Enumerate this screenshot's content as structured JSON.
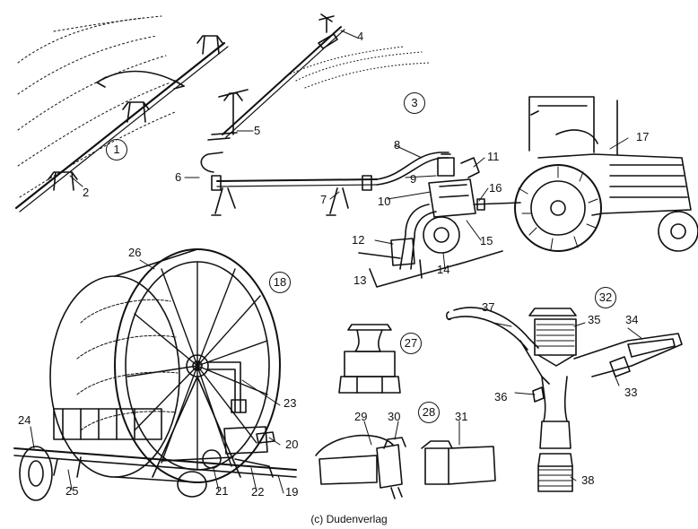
{
  "labels": {
    "n1": "1",
    "n2": "2",
    "n3": "3",
    "n4": "4",
    "n5": "5",
    "n6": "6",
    "n7": "7",
    "n8": "8",
    "n9": "9",
    "n10": "10",
    "n11": "11",
    "n12": "12",
    "n13": "13",
    "n14": "14",
    "n15": "15",
    "n16": "16",
    "n17": "17",
    "n18": "18",
    "n19": "19",
    "n20": "20",
    "n21": "21",
    "n22": "22",
    "n23": "23",
    "n24": "24",
    "n25": "25",
    "n26": "26",
    "n27": "27",
    "n28": "28",
    "n29": "29",
    "n30": "30",
    "n31": "31",
    "n32": "32",
    "n33": "33",
    "n34": "34",
    "n35": "35",
    "n36": "36",
    "n37": "37",
    "n38": "38"
  },
  "copyright": "(c) Dudenverlag"
}
